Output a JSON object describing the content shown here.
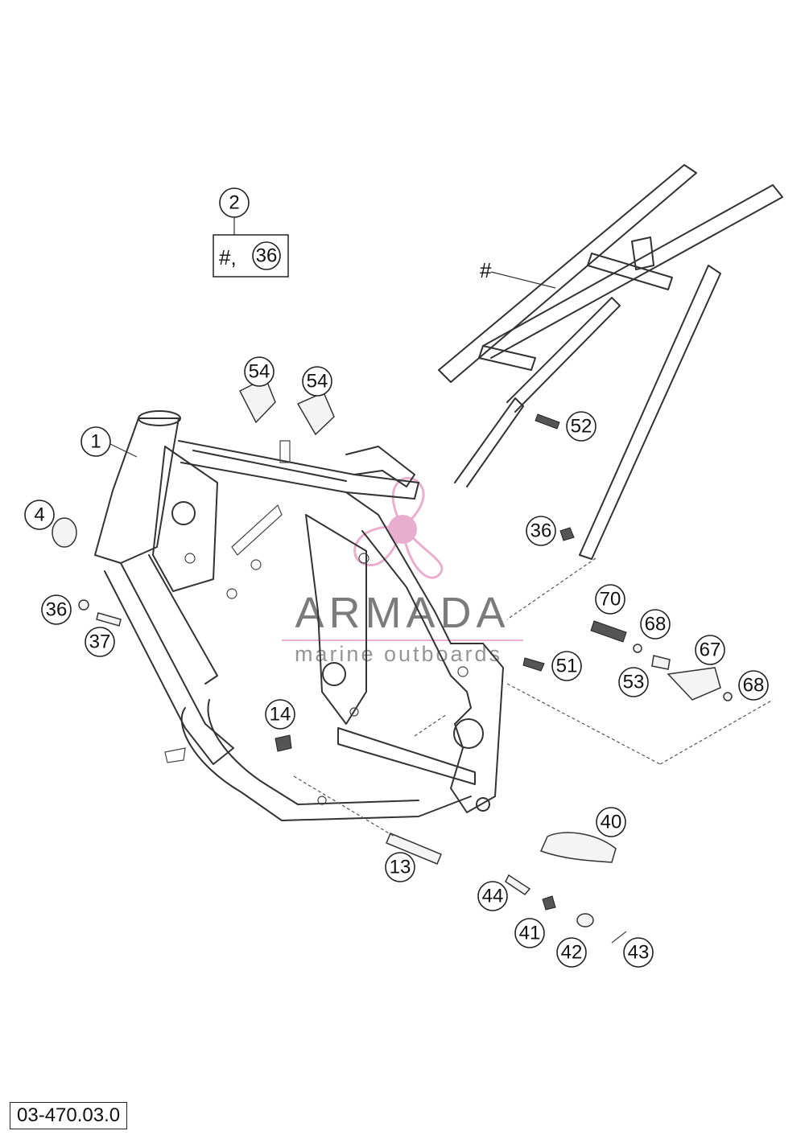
{
  "diagram": {
    "reference_code": "03-470.03.0",
    "kit_box": {
      "symbol": "#,",
      "callout": "36"
    },
    "rear_subframe_marker": "#",
    "watermark": {
      "brand": "ARMADA",
      "tagline": "marine outboards",
      "accent_color": "#e7a6c8",
      "text_color": "#6d6d6d"
    },
    "callouts": {
      "c2": "2",
      "c1": "1",
      "c4": "4",
      "c36a": "36",
      "c37": "37",
      "c54a": "54",
      "c54b": "54",
      "c52": "52",
      "c36b": "36",
      "c70": "70",
      "c68a": "68",
      "c67": "67",
      "c53": "53",
      "c68b": "68",
      "c51": "51",
      "c14": "14",
      "c13": "13",
      "c40": "40",
      "c44": "44",
      "c41": "41",
      "c42": "42",
      "c43": "43"
    }
  }
}
